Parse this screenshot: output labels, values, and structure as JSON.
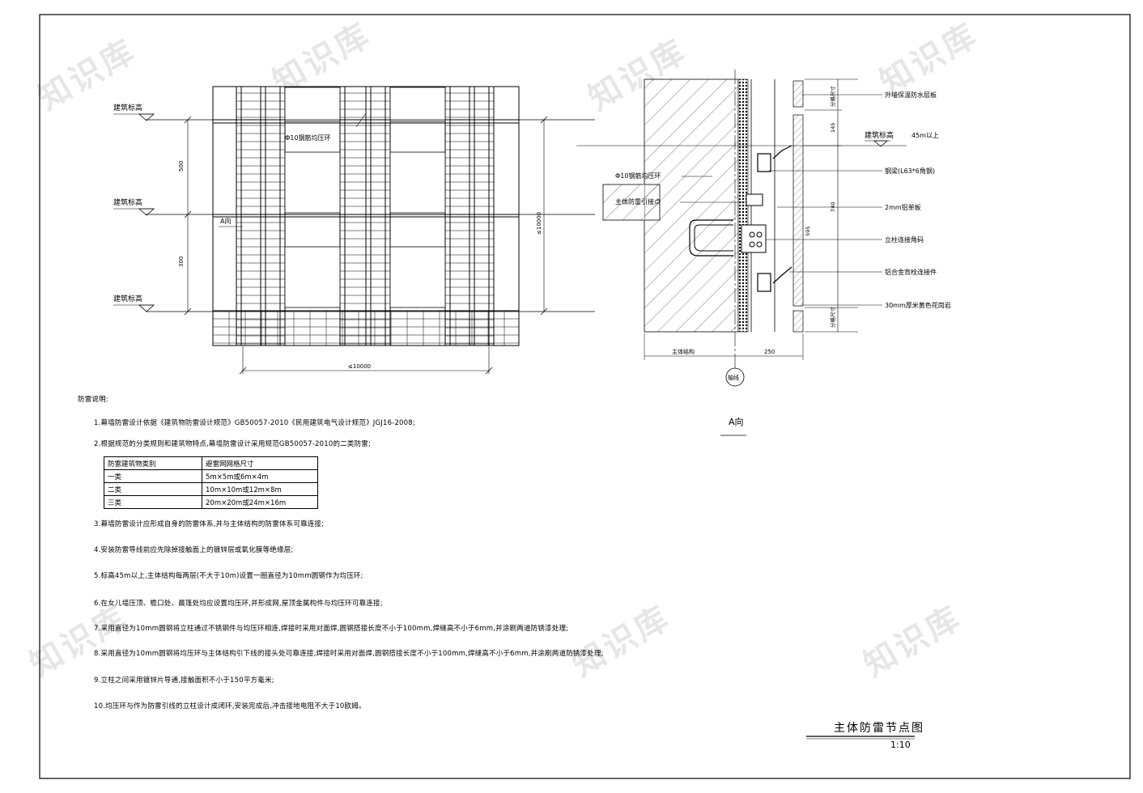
{
  "elevation": {
    "levels": [
      "建筑标高",
      "建筑标高",
      "建筑标高"
    ],
    "ring_label": "Φ10钢筋均压环",
    "a_arrow_label": "A向",
    "dim_top": "500",
    "dim_bottom": "300",
    "dim_right": "≤10000",
    "dim_width": "≤10000"
  },
  "section": {
    "callouts": [
      "外墙保温防水层板",
      "钢梁(L63*6角钢)",
      "2mm铝单板",
      "立柱连接角码",
      "铝合金背栓连接件",
      "30mm厚米黄色花岗岩"
    ],
    "level_label": "建筑标高",
    "above_45": "45m以上",
    "ring_label": "Φ10钢筋均压环",
    "main_lightning": "主体防雷引接点",
    "dims_vertical": [
      "分格尺寸",
      "145",
      "740",
      "595",
      "分格尺寸"
    ],
    "dims_horizontal": [
      "主体结构",
      "250"
    ],
    "axis_label": "轴线",
    "view_label": "A向"
  },
  "notes": {
    "heading": "防雷说明:",
    "items": [
      "1.幕墙防雷设计依据《建筑物防雷设计规范》GB50057-2010《民用建筑电气设计规范》JGJ16-2008;",
      "2.根据规范的分类规则和建筑物特点,幕墙防雷设计采用规范GB50057-2010的二类防雷;",
      "3.幕墙防雷设计应形成自身的防雷体系,并与主体结构的防雷体系可靠连接;",
      "4.安装防雷导线前应先除掉接触面上的镀锌层或氧化膜等绝缘层;",
      "5.标高45m以上,主体结构每两层(不大于10m)设置一圈直径为10mm圆钢作为均压环;",
      "6.在女儿墙压顶、檐口处、晨篷处均应设置均压环,并形成网,屋顶金属构件与均压环可靠连接;",
      "7.采用直径为10mm圆钢将立柱通过不锈钢件与均压环相连,焊接时采用对面焊,圆钢搭接长度不小于100mm,焊缝高不小于6mm,并涂刷两道防锈漆处理;",
      "8.采用直径为10mm圆钢将均压环与主体结构引下线的接头处可靠连接,焊接时采用对面焊,圆钢搭接长度不小于100mm,焊缝高不小于6mm,并涂刷两道防锈漆处理;",
      "9.立柱之间采用镀锌片导通,接触面积不小于150平方毫米;",
      "10.均压环与作为防雷引线的立柱设计成闭环,安装完成后,冲击接地电阻不大于10欧姆。"
    ]
  },
  "class_table": {
    "header": [
      "防雷建筑物类别",
      "避雷网网格尺寸"
    ],
    "rows": [
      [
        "一类",
        "5m×5m或6m×4m"
      ],
      [
        "二类",
        "10m×10m或12m×8m"
      ],
      [
        "三类",
        "20m×20m或24m×16m"
      ]
    ]
  },
  "title_block": {
    "title": "主体防雷节点图",
    "scale": "1:10"
  },
  "watermark": "知识库"
}
